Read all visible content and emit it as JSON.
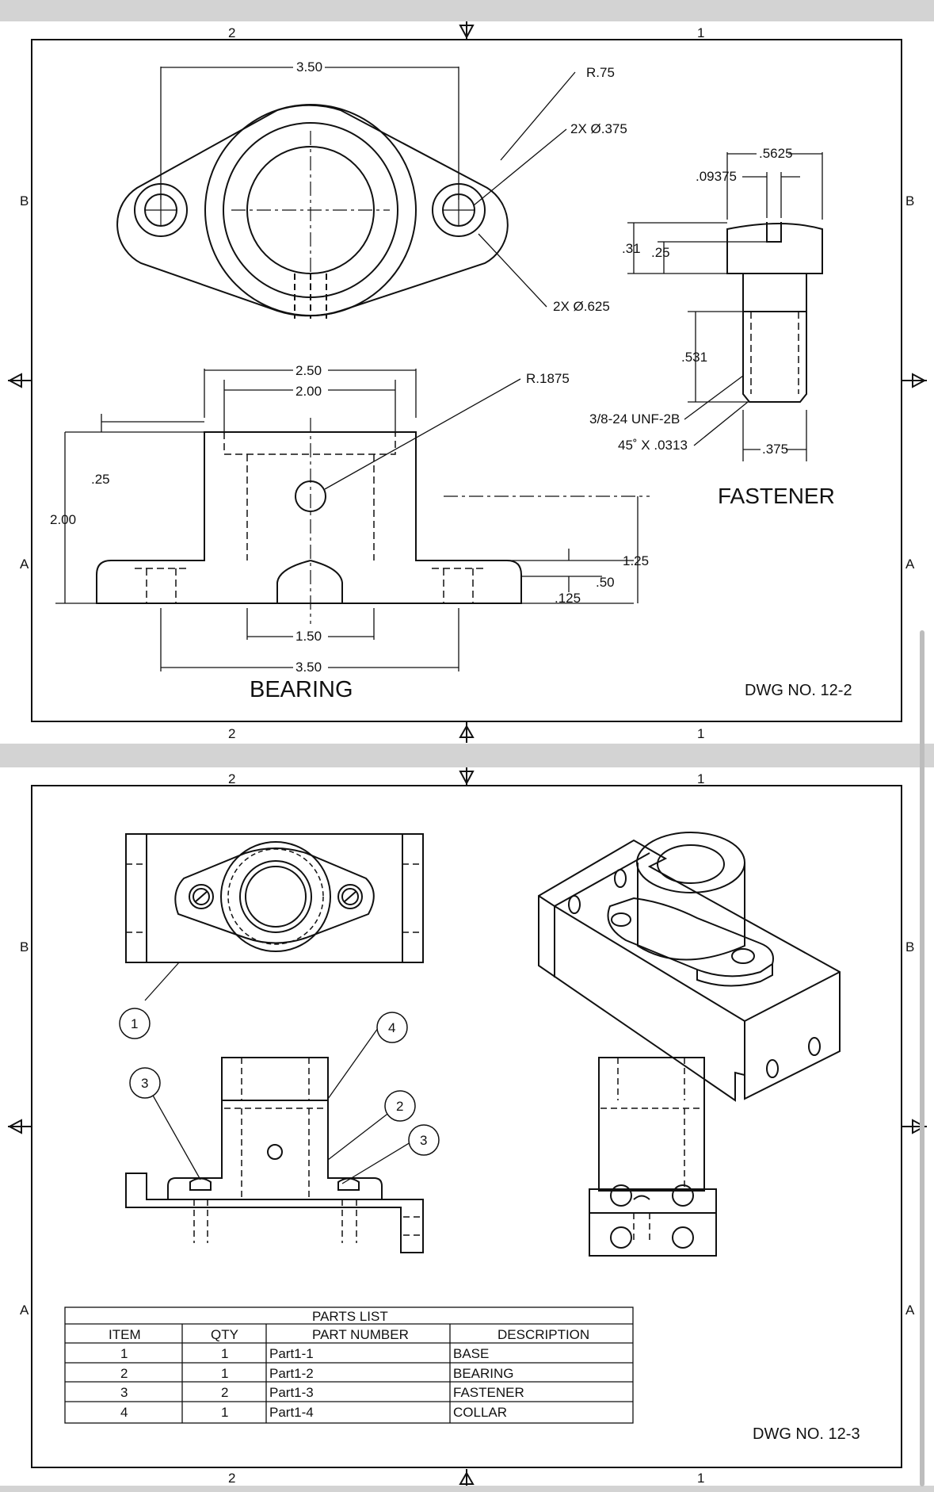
{
  "sheet1": {
    "zones_top": [
      "2",
      "1"
    ],
    "zones_side": [
      "B",
      "A"
    ],
    "drawing_number": "DWG NO. 12-2",
    "bearing": {
      "title": "BEARING",
      "dim_top_width": "3.50",
      "dim_bolt_hole": "2X Ø.375",
      "dim_end_radius": "R.75",
      "dim_boss": "2X Ø.625",
      "dim_outer_width": "2.50",
      "dim_inner_width": "2.00",
      "dim_hole_radius": "R.1875",
      "dim_height": "2.00",
      "dim_top_wall": ".25",
      "dim_center_height": "1.25",
      "dim_base_thickness": ".50",
      "dim_counterbore": ".125",
      "dim_bottom_slot": "1.50",
      "dim_bottom_width": "3.50"
    },
    "fastener": {
      "title": "FASTENER",
      "dim_head_width": ".5625",
      "dim_slot_width": ".09375",
      "dim_head_height": ".31",
      "dim_slot_depth": ".25",
      "dim_thread_length": ".531",
      "dim_thread_spec": "3/8-24 UNF-2B",
      "dim_chamfer": "45˚ X .0313",
      "dim_shank_diameter": ".375"
    }
  },
  "sheet2": {
    "zones_top": [
      "2",
      "1"
    ],
    "zones_side": [
      "B",
      "A"
    ],
    "drawing_number": "DWG NO. 12-3",
    "balloons": [
      "1",
      "2",
      "3",
      "3",
      "4"
    ],
    "parts_list": {
      "title": "PARTS LIST",
      "headers": [
        "ITEM",
        "QTY",
        "PART NUMBER",
        "DESCRIPTION"
      ],
      "rows": [
        [
          "1",
          "1",
          "Part1-1",
          "BASE"
        ],
        [
          "2",
          "1",
          "Part1-2",
          "BEARING"
        ],
        [
          "3",
          "2",
          "Part1-3",
          "FASTENER"
        ],
        [
          "4",
          "1",
          "Part1-4",
          "COLLAR"
        ]
      ]
    }
  }
}
